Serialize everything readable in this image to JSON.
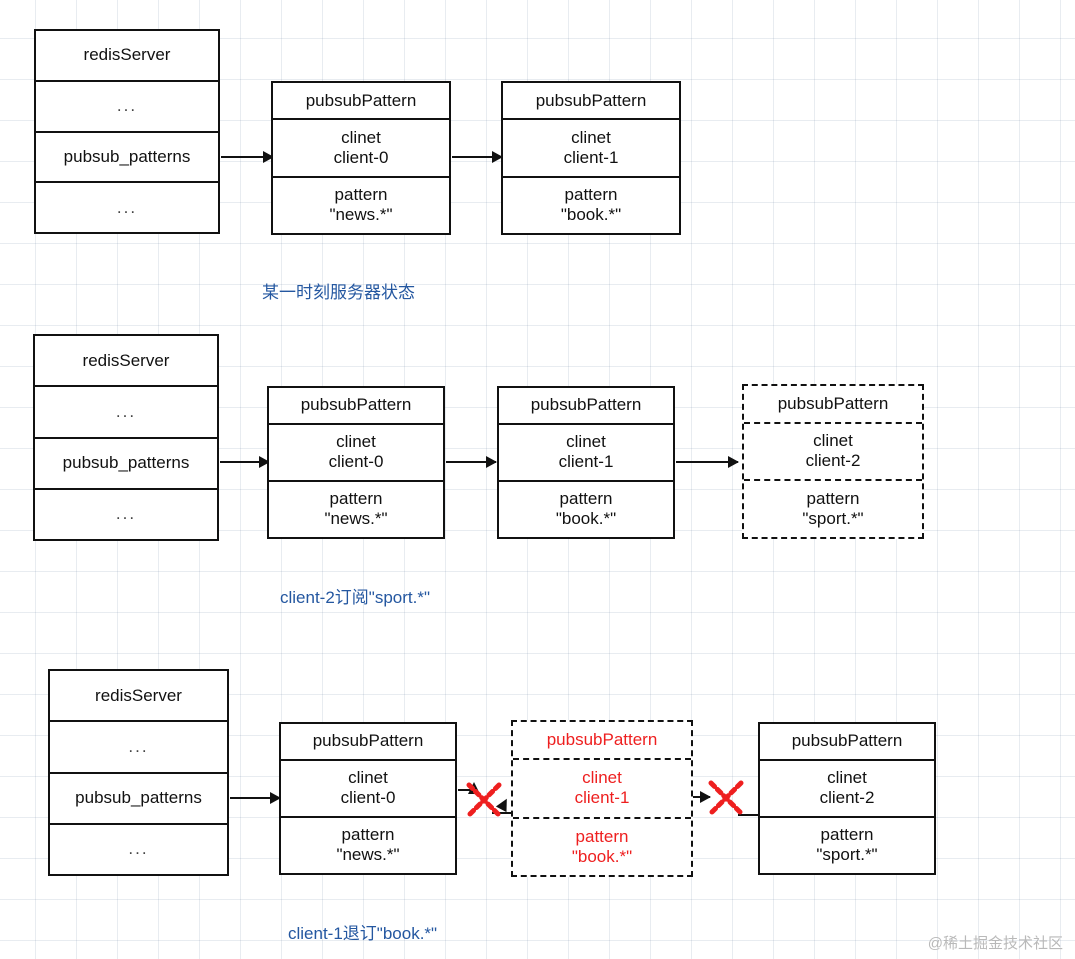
{
  "diagram": {
    "title": "Redis pubsub_patterns linked list state transitions",
    "colors": {
      "ink": "#111111",
      "red": "#ee1f1f",
      "blue": "#2457a0",
      "grid": "#788caa",
      "watermark": "#b9b9b9"
    },
    "watermark": "@稀土掘金技术社区"
  },
  "labels": {
    "server_title": "redisServer",
    "ellipsis": "...",
    "pubsub_patterns_field": "pubsub_patterns",
    "node_title": "pubsubPattern",
    "client_key": "clinet",
    "pattern_key": "pattern"
  },
  "rows": [
    {
      "id": "row-1",
      "caption": "某一时刻服务器状态",
      "server": {
        "title": "redisServer",
        "fields": [
          "...",
          "pubsub_patterns",
          "..."
        ]
      },
      "nodes": [
        {
          "id": "row1-node-client0",
          "title": "pubsubPattern",
          "client_key": "clinet",
          "client_value": "client-0",
          "pattern_key": "pattern",
          "pattern_value": "\"news.*\"",
          "style": "solid",
          "color": "black"
        },
        {
          "id": "row1-node-client1",
          "title": "pubsubPattern",
          "client_key": "clinet",
          "client_value": "client-1",
          "pattern_key": "pattern",
          "pattern_value": "\"book.*\"",
          "style": "solid",
          "color": "black"
        }
      ]
    },
    {
      "id": "row-2",
      "caption": "client-2订阅\"sport.*\"",
      "server": {
        "title": "redisServer",
        "fields": [
          "...",
          "pubsub_patterns",
          "..."
        ]
      },
      "nodes": [
        {
          "id": "row2-node-client0",
          "title": "pubsubPattern",
          "client_key": "clinet",
          "client_value": "client-0",
          "pattern_key": "pattern",
          "pattern_value": "\"news.*\"",
          "style": "solid",
          "color": "black"
        },
        {
          "id": "row2-node-client1",
          "title": "pubsubPattern",
          "client_key": "clinet",
          "client_value": "client-1",
          "pattern_key": "pattern",
          "pattern_value": "\"book.*\"",
          "style": "solid",
          "color": "black"
        },
        {
          "id": "row2-node-client2",
          "title": "pubsubPattern",
          "client_key": "clinet",
          "client_value": "client-2",
          "pattern_key": "pattern",
          "pattern_value": "\"sport.*\"",
          "style": "dashed",
          "color": "black"
        }
      ]
    },
    {
      "id": "row-3",
      "caption": "client-1退订\"book.*\"",
      "server": {
        "title": "redisServer",
        "fields": [
          "...",
          "pubsub_patterns",
          "..."
        ]
      },
      "nodes": [
        {
          "id": "row3-node-client0",
          "title": "pubsubPattern",
          "client_key": "clinet",
          "client_value": "client-0",
          "pattern_key": "pattern",
          "pattern_value": "\"news.*\"",
          "style": "solid",
          "color": "black"
        },
        {
          "id": "row3-node-client1",
          "title": "pubsubPattern",
          "client_key": "clinet",
          "client_value": "client-1",
          "pattern_key": "pattern",
          "pattern_value": "\"book.*\"",
          "style": "dashed",
          "color": "red"
        },
        {
          "id": "row3-node-client2",
          "title": "pubsubPattern",
          "client_key": "clinet",
          "client_value": "client-2",
          "pattern_key": "pattern",
          "pattern_value": "\"sport.*\"",
          "style": "solid",
          "color": "black"
        }
      ],
      "broken_links": 2
    }
  ]
}
